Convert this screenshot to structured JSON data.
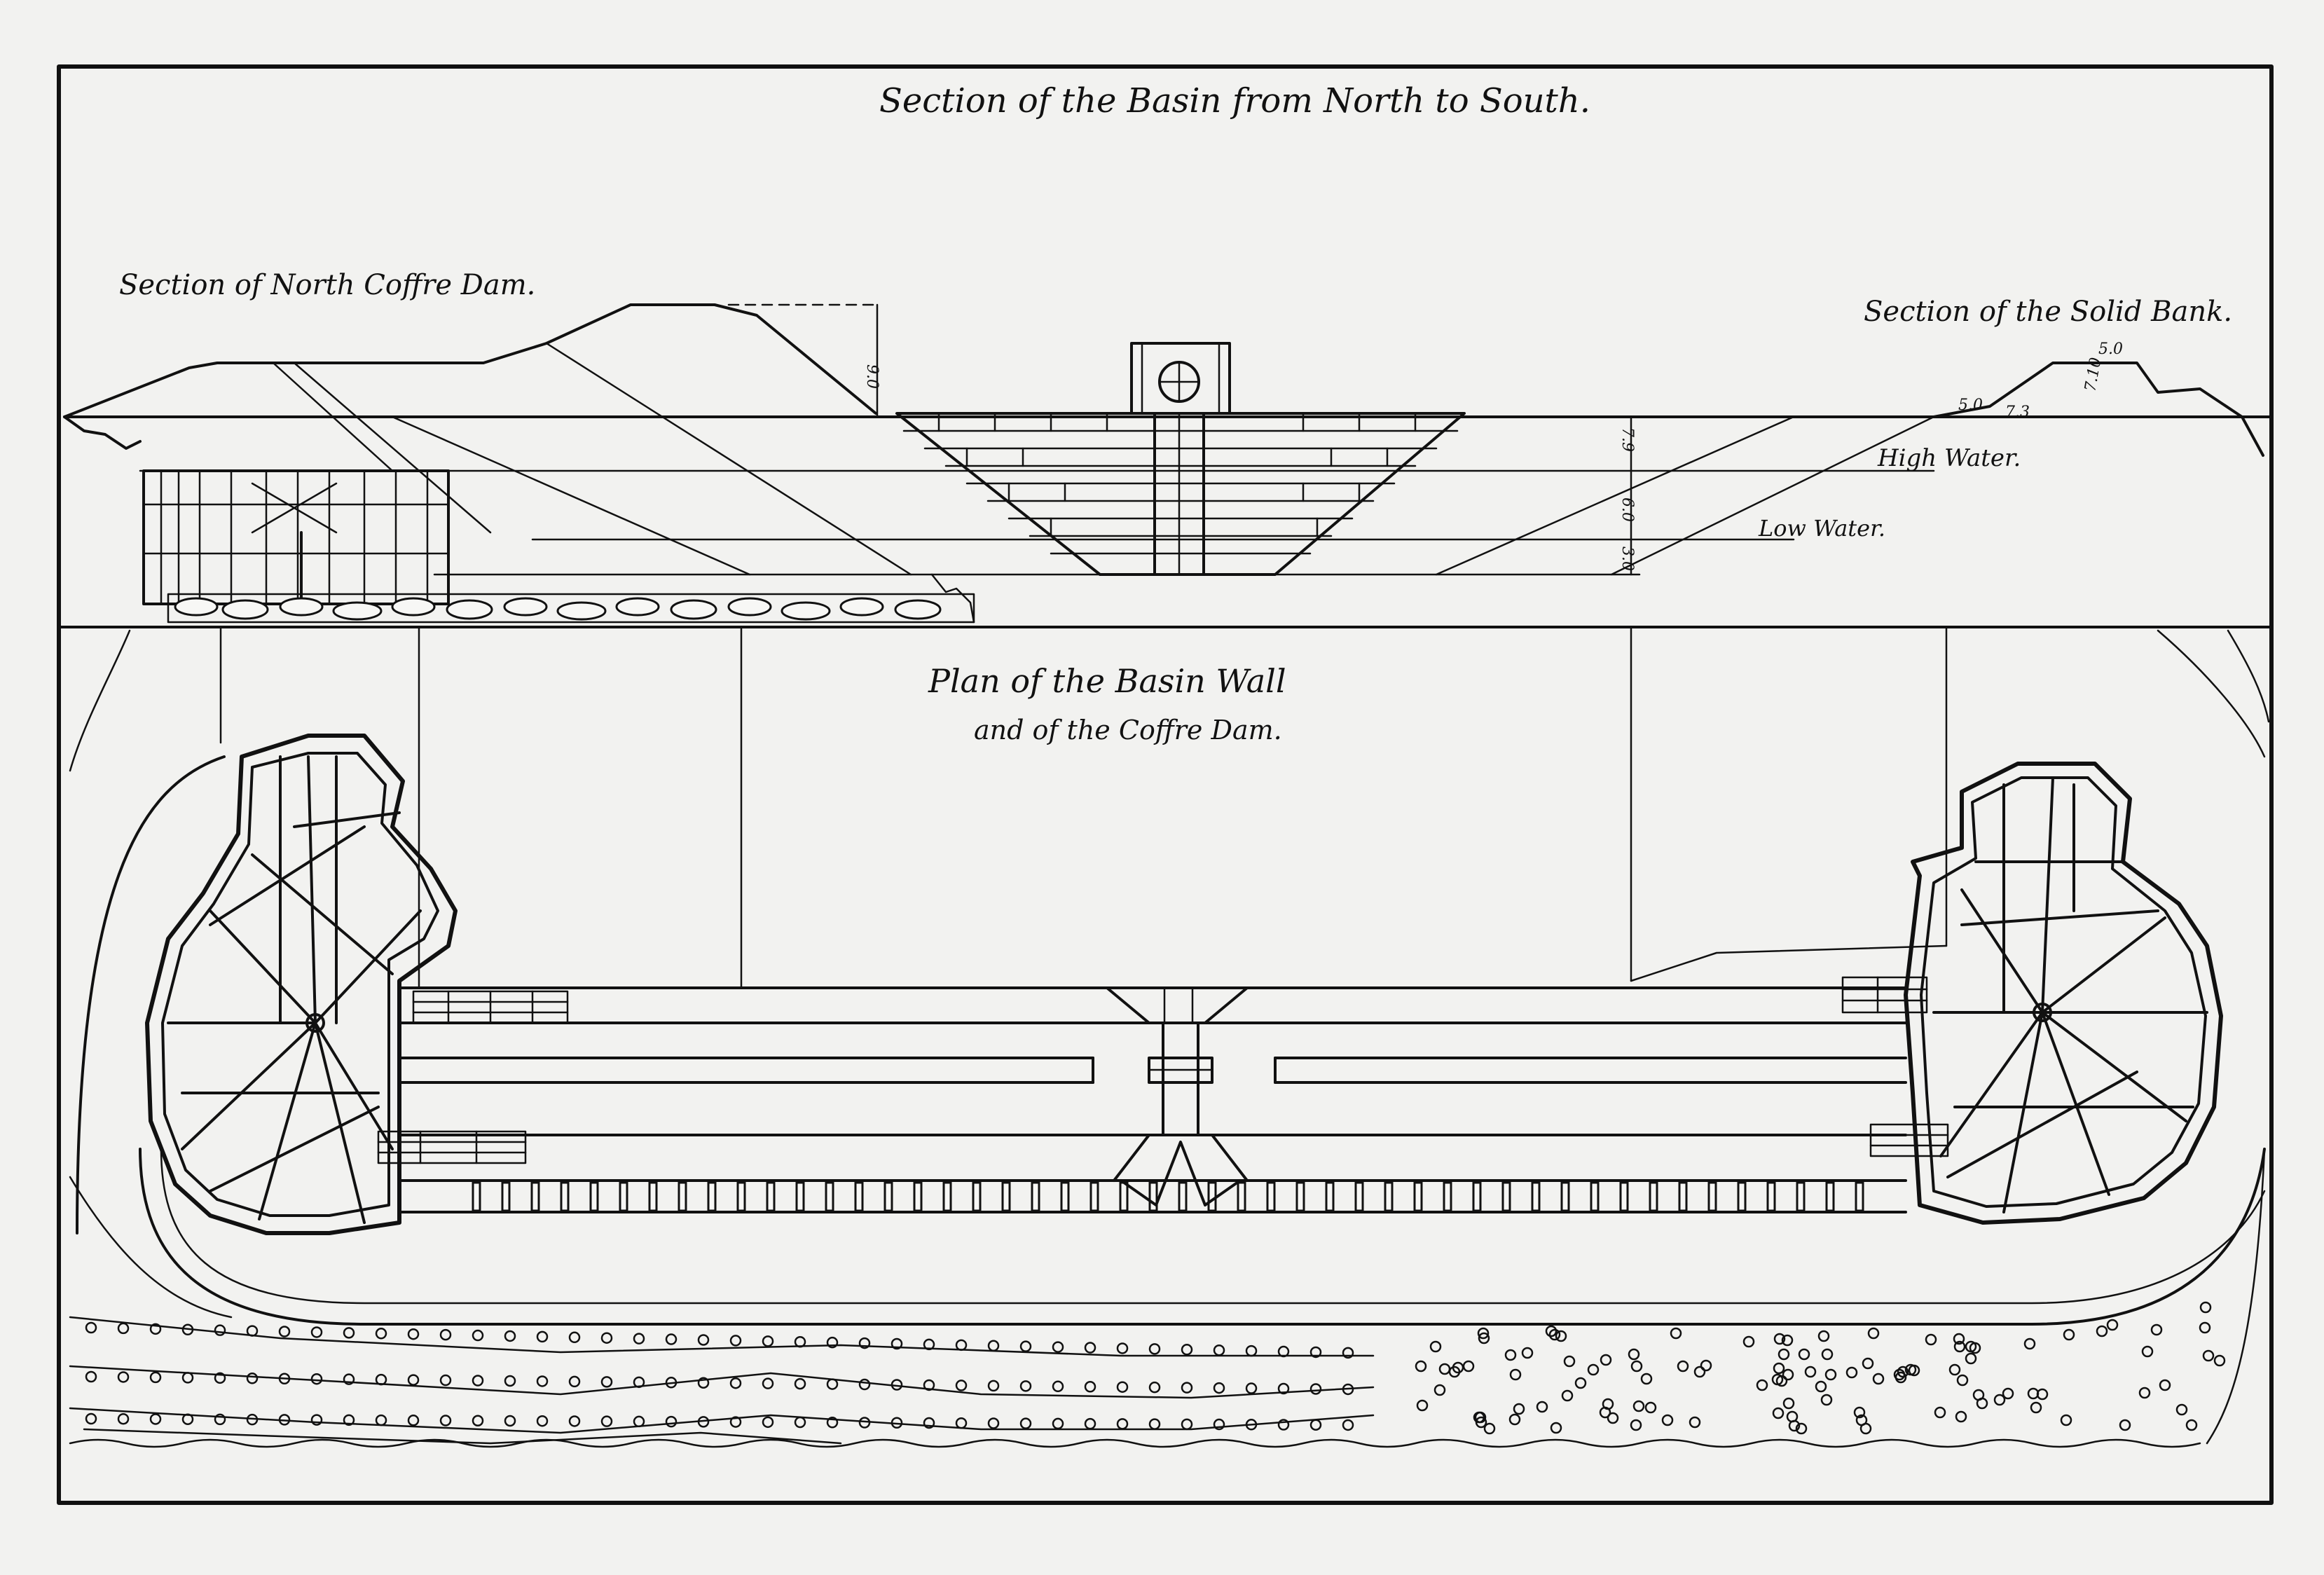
{
  "titles": {
    "section": "Section of the Basin from North to South.",
    "north_dam": "Section of North Coffre Dam.",
    "solid_bank": "Section of the Solid Bank.",
    "plan_line1": "Plan of the Basin Wall",
    "plan_line2": "and of the Coffre Dam."
  },
  "water_levels": {
    "high": "High Water.",
    "low": "Low Water."
  },
  "dimensions": {
    "dam_height": "9.0",
    "bank_top": "5.0",
    "bank_toe": "5.0",
    "bank_slope": "7.3",
    "bank_rise": "7.10",
    "wall_upper": "7.9",
    "wall_middle": "6.0",
    "wall_lower": "3.0"
  }
}
